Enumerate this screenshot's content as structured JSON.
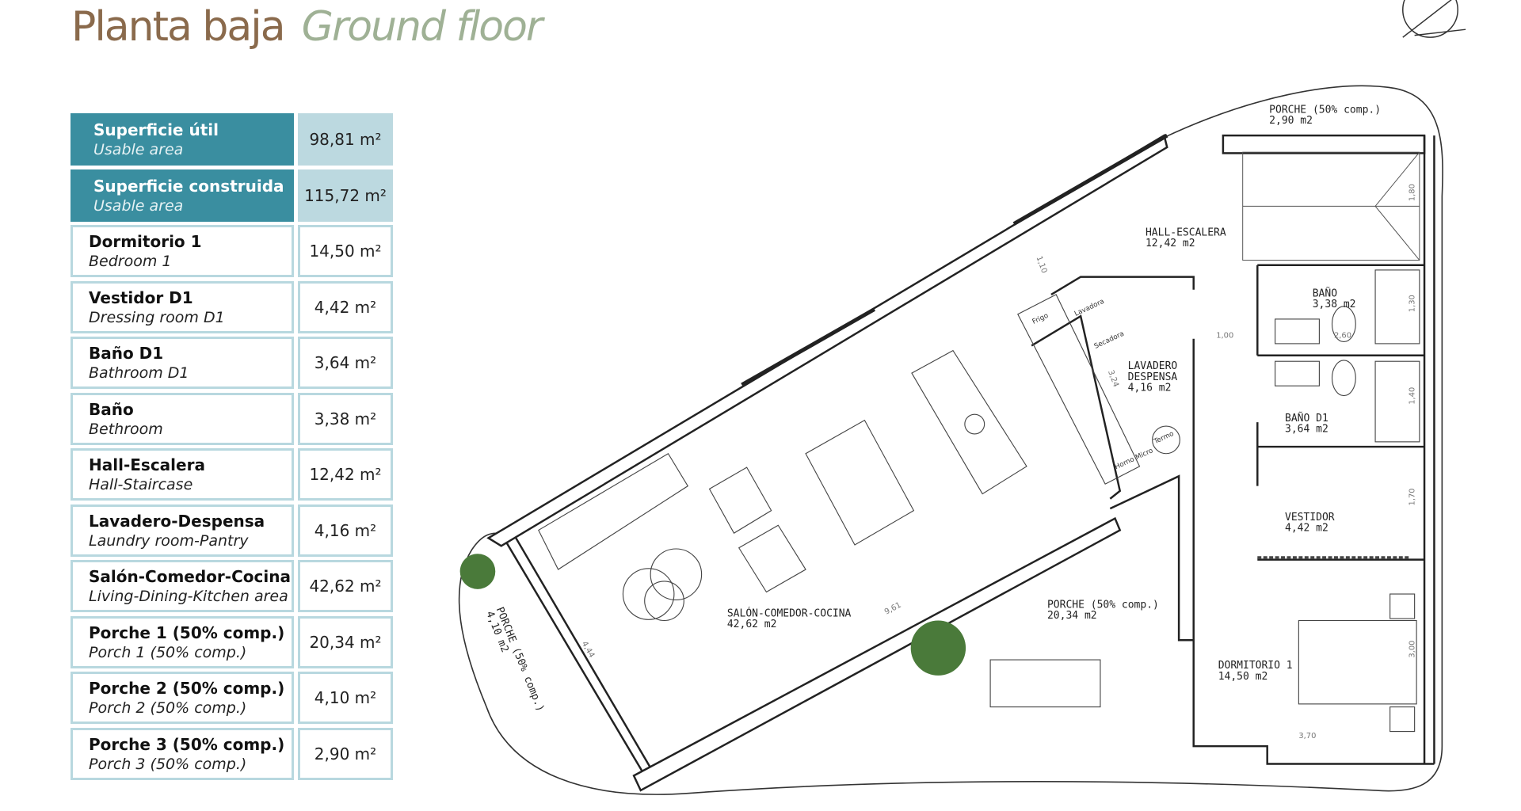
{
  "header": {
    "title_es": "Planta baja",
    "title_en": "Ground floor"
  },
  "areas": [
    {
      "es": "Superficie útil",
      "en": "Usable area",
      "value": "98,81 m²",
      "highlight": true
    },
    {
      "es": "Superficie construida",
      "en": "Usable area",
      "value": "115,72 m²",
      "highlight": true
    },
    {
      "es": "Dormitorio 1",
      "en": "Bedroom 1",
      "value": "14,50 m²"
    },
    {
      "es": "Vestidor D1",
      "en": "Dressing room D1",
      "value": "4,42 m²"
    },
    {
      "es": "Baño D1",
      "en": "Bathroom D1",
      "value": "3,64 m²"
    },
    {
      "es": "Baño",
      "en": "Bethroom",
      "value": "3,38 m²"
    },
    {
      "es": "Hall-Escalera",
      "en": "Hall-Staircase",
      "value": "12,42 m²"
    },
    {
      "es": "Lavadero-Despensa",
      "en": "Laundry room-Pantry",
      "value": "4,16 m²"
    },
    {
      "es": "Salón-Comedor-Cocina",
      "en": "Living-Dining-Kitchen area",
      "value": "42,62 m²"
    },
    {
      "es": "Porche 1 (50% comp.)",
      "en": "Porch 1 (50% comp.)",
      "value": "20,34 m²"
    },
    {
      "es": "Porche 2 (50% comp.)",
      "en": "Porch 2 (50% comp.)",
      "value": "4,10 m²"
    },
    {
      "es": "Porche 3 (50% comp.)",
      "en": "Porch 3 (50% comp.)",
      "value": "2,90 m²"
    }
  ],
  "plan": {
    "rooms": {
      "porche3": [
        "PORCHE (50% comp.)",
        "2,90 m2"
      ],
      "hall": [
        "HALL-ESCALERA",
        "12,42 m2"
      ],
      "bano": [
        "BAÑO",
        "3,38 m2"
      ],
      "lavadero": [
        "LAVADERO",
        "DESPENSA",
        "4,16 m2"
      ],
      "banod1": [
        "BAÑO D1",
        "3,64 m2"
      ],
      "vestidor": [
        "VESTIDOR",
        "4,42 m2"
      ],
      "salon": [
        "SALÓN-COMEDOR-COCINA",
        "42,62 m2"
      ],
      "porche1": [
        "PORCHE (50% comp.)",
        "20,34 m2"
      ],
      "dormitorio": [
        "DORMITORIO 1",
        "14,50 m2"
      ],
      "porche2": [
        "PORCHE (50% comp.)",
        "4,10 m2"
      ]
    },
    "appliances": {
      "frigo": "Frigo",
      "lavadora": "Lavadora",
      "secadora": "Secadora",
      "termo": "Termo",
      "horno": "Horno Micro"
    },
    "dims": {
      "d110": "1,10",
      "d100": "1,00",
      "d260": "2,60",
      "d324": "3,24",
      "d180": "1,80",
      "d130": "1,30",
      "d140": "1,40",
      "d170": "1,70",
      "d300": "3,00",
      "d370": "3,70",
      "d961": "9,61",
      "d444": "4,44"
    }
  }
}
